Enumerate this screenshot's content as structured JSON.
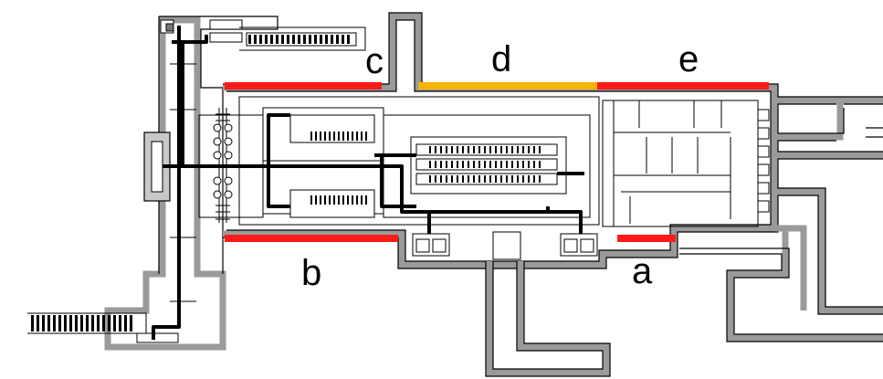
{
  "labels": {
    "a": "a",
    "b": "b",
    "c": "c",
    "d": "d",
    "e": "e"
  },
  "colors": {
    "zone_red": "#ff1a1a",
    "zone_orange": "#f5b400",
    "wall_fill": "#c8c8c8",
    "line": "#000000"
  },
  "icons": [
    "escalator-icon",
    "elevator-icon"
  ]
}
